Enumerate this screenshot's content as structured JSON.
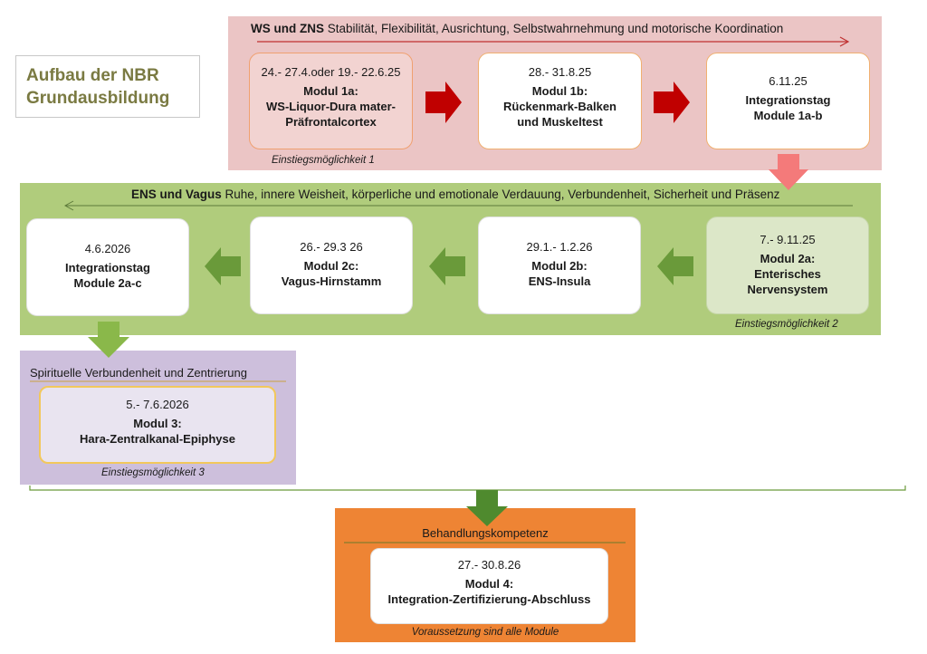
{
  "title": {
    "line1": "Aufbau der NBR",
    "line2": "Grundausbildung"
  },
  "colors": {
    "title_text": "#7a7a42",
    "band_red": "#ebc5c5",
    "band_green": "#b0cc7c",
    "band_purple": "#cdbfdc",
    "band_orange": "#ee8434",
    "arrow_red": "#c00000",
    "arrow_pink": "#f47a7a",
    "arrow_green": "#6a9a3a",
    "arrow_light_green": "#8ab84a"
  },
  "stage1": {
    "header_bold": "WS und ZNS",
    "header_text": " Stabilität, Flexibilität, Ausrichtung, Selbstwahrnehmung und motorische Koordination",
    "caption": "Einstiegsmöglichkeit  1",
    "modules": [
      {
        "date": "24.- 27.4.oder 19.- 22.6.25",
        "name1": "Modul 1a:",
        "name2": "WS-Liquor-Dura mater-",
        "name3": "Präfrontalcortex"
      },
      {
        "date": "28.- 31.8.25",
        "name1": "Modul 1b:",
        "name2": "Rückenmark-Balken",
        "name3": "und Muskeltest"
      },
      {
        "date": "6.11.25",
        "name1": "Integrationstag",
        "name2": "Module 1a-b",
        "name3": ""
      }
    ]
  },
  "stage2": {
    "header_bold": "ENS und Vagus",
    "header_text": " Ruhe, innere Weisheit, körperliche und emotionale Verdauung, Verbundenheit, Sicherheit und Präsenz",
    "caption": "Einstiegsmöglichkeit  2",
    "modules": [
      {
        "date": "4.6.2026",
        "name1": "Integrationstag",
        "name2": "Module 2a-c",
        "name3": ""
      },
      {
        "date": "26.- 29.3 26",
        "name1": "Modul 2c:",
        "name2": "Vagus-Hirnstamm",
        "name3": ""
      },
      {
        "date": "29.1.- 1.2.26",
        "name1": "Modul 2b:",
        "name2": "ENS-Insula",
        "name3": ""
      },
      {
        "date": "7.- 9.11.25",
        "name1": "Modul 2a:",
        "name2": "Enterisches",
        "name3": "Nervensystem"
      }
    ]
  },
  "stage3": {
    "header": "Spirituelle Verbundenheit und Zentrierung",
    "caption": "Einstiegsmöglichkeit  3",
    "module": {
      "date": "5.- 7.6.2026",
      "name1": "Modul 3:",
      "name2": "Hara-Zentralkanal-Epiphyse"
    }
  },
  "stage4": {
    "header": "Behandlungskompetenz",
    "caption": "Voraussetzung sind alle Module",
    "module": {
      "date": "27.- 30.8.26",
      "name1": "Modul 4:",
      "name2": "Integration-Zertifizierung-Abschluss"
    }
  }
}
